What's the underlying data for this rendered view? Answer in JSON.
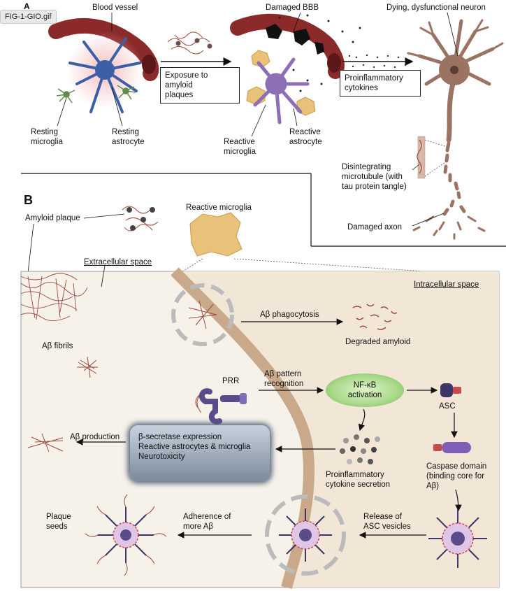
{
  "file_tab": "FIG-1-GIO.gif",
  "panel_a": {
    "letter": "A",
    "blood_vessel": "Blood vessel",
    "damaged_bbb": "Damaged BBB",
    "dying_neuron": "Dying, dysfunctional neuron",
    "exposure_box": "Exposure to\namyloid\nplaques",
    "proinflammatory_box": "Proinflammatory\ncytokines",
    "resting_microglia": "Resting\nmicroglia",
    "resting_astrocyte": "Resting\nastrocyte",
    "reactive_microglia": "Reactive\nmicroglia",
    "reactive_astrocyte": "Reactive\nastrocyte",
    "disintegrating_microtubule": "Disintegrating\nmicrotubule (with\ntau protein tangle)",
    "damaged_axon": "Damaged axon"
  },
  "panel_b": {
    "letter": "B",
    "amyloid_plaque": "Amyloid plaque",
    "reactive_microglia": "Reactive microglia",
    "extracellular_space": "Extracellular space",
    "intracellular_space": "Intracellular space",
    "ab_phagocytosis": "Aβ phagocytosis",
    "degraded_amyloid": "Degraded amyloid",
    "ab_fibrils": "Aβ fibrils",
    "prr": "PRR",
    "ab_pattern_recognition": "Aβ pattern\nrecognition",
    "nfkb_activation": "NF-κB\nactivation",
    "asc": "ASC",
    "ab_production": "Aβ production",
    "secretase_box": "β-secretase expression\nReactive astrocytes & microglia\nNeurotoxicity",
    "cytokine_secretion": "Proinflammatory\ncytokine secretion",
    "caspase_domain": "Caspase domain\n(binding core for\nAβ)",
    "plaque_seeds": "Plaque\nseeds",
    "adherence": "Adherence of\nmore Aβ",
    "release_asc": "Release of\nASC vesicles"
  },
  "colors": {
    "vessel": "#8b2a2a",
    "astrocyte_blue": "#3d5fa8",
    "microglia_green": "#5e8a4a",
    "reactive_purple": "#8c6fb5",
    "reactive_yellow": "#e9c27a",
    "neuron_brown": "#9b7363",
    "intracellular_bg": "#f2e6d6",
    "membrane": "#c9a98a",
    "fibril": "#9c4a3c"
  }
}
